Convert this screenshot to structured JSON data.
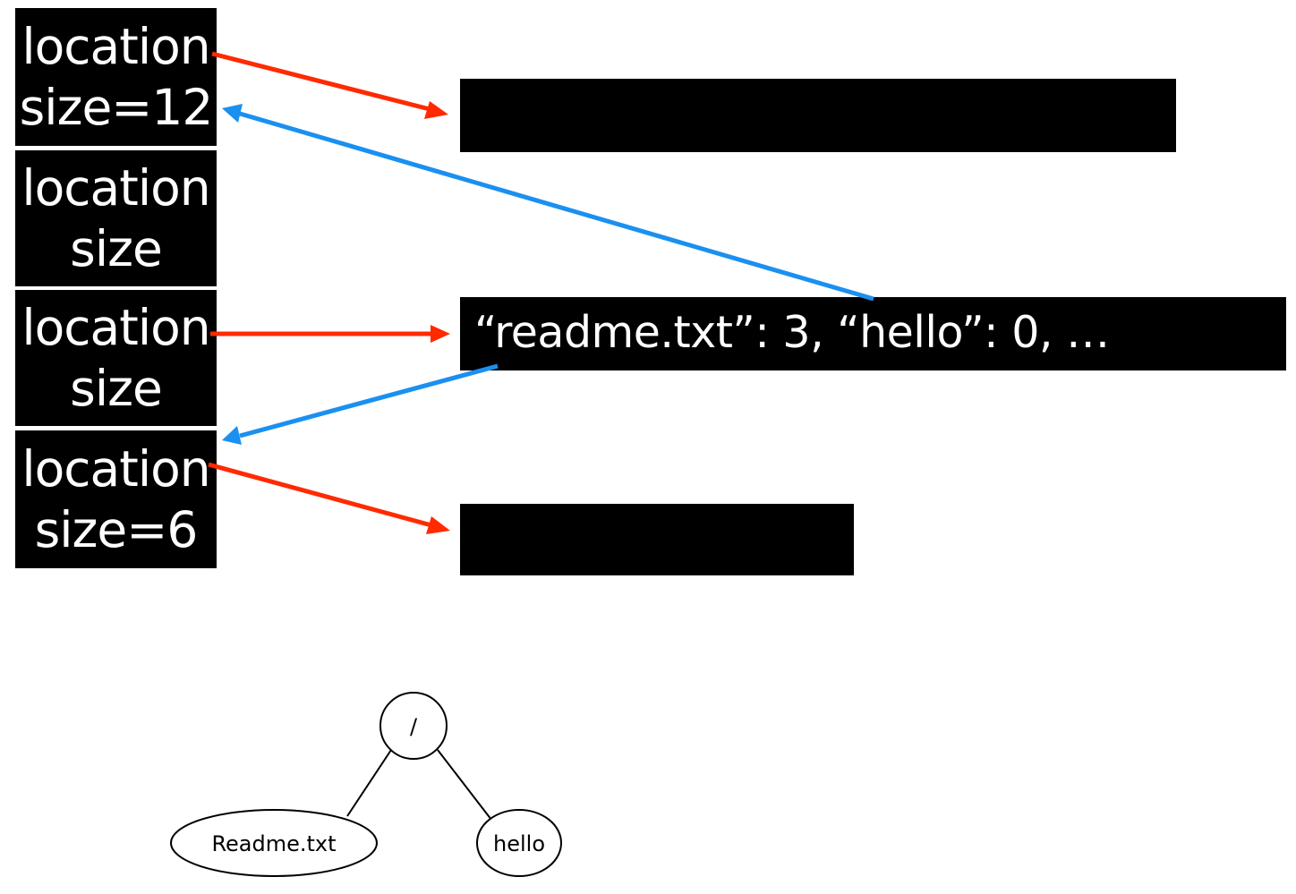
{
  "inodes": [
    {
      "line1": "location",
      "line2": "size=12"
    },
    {
      "line1": "location",
      "line2": "size"
    },
    {
      "line1": "location",
      "line2": "size"
    },
    {
      "line1": "location",
      "line2": "size=6"
    }
  ],
  "data_blocks": [
    {
      "text": ""
    },
    {
      "text": "“readme.txt”: 3, “hello”: 0, …"
    },
    {
      "text": ""
    }
  ],
  "tree": {
    "root": "/",
    "children": [
      "Readme.txt",
      "hello"
    ]
  },
  "colors": {
    "pointer_arrow": "#ff2a00",
    "reference_arrow": "#1a90f0",
    "block": "#000000",
    "block_text": "#ffffff"
  }
}
